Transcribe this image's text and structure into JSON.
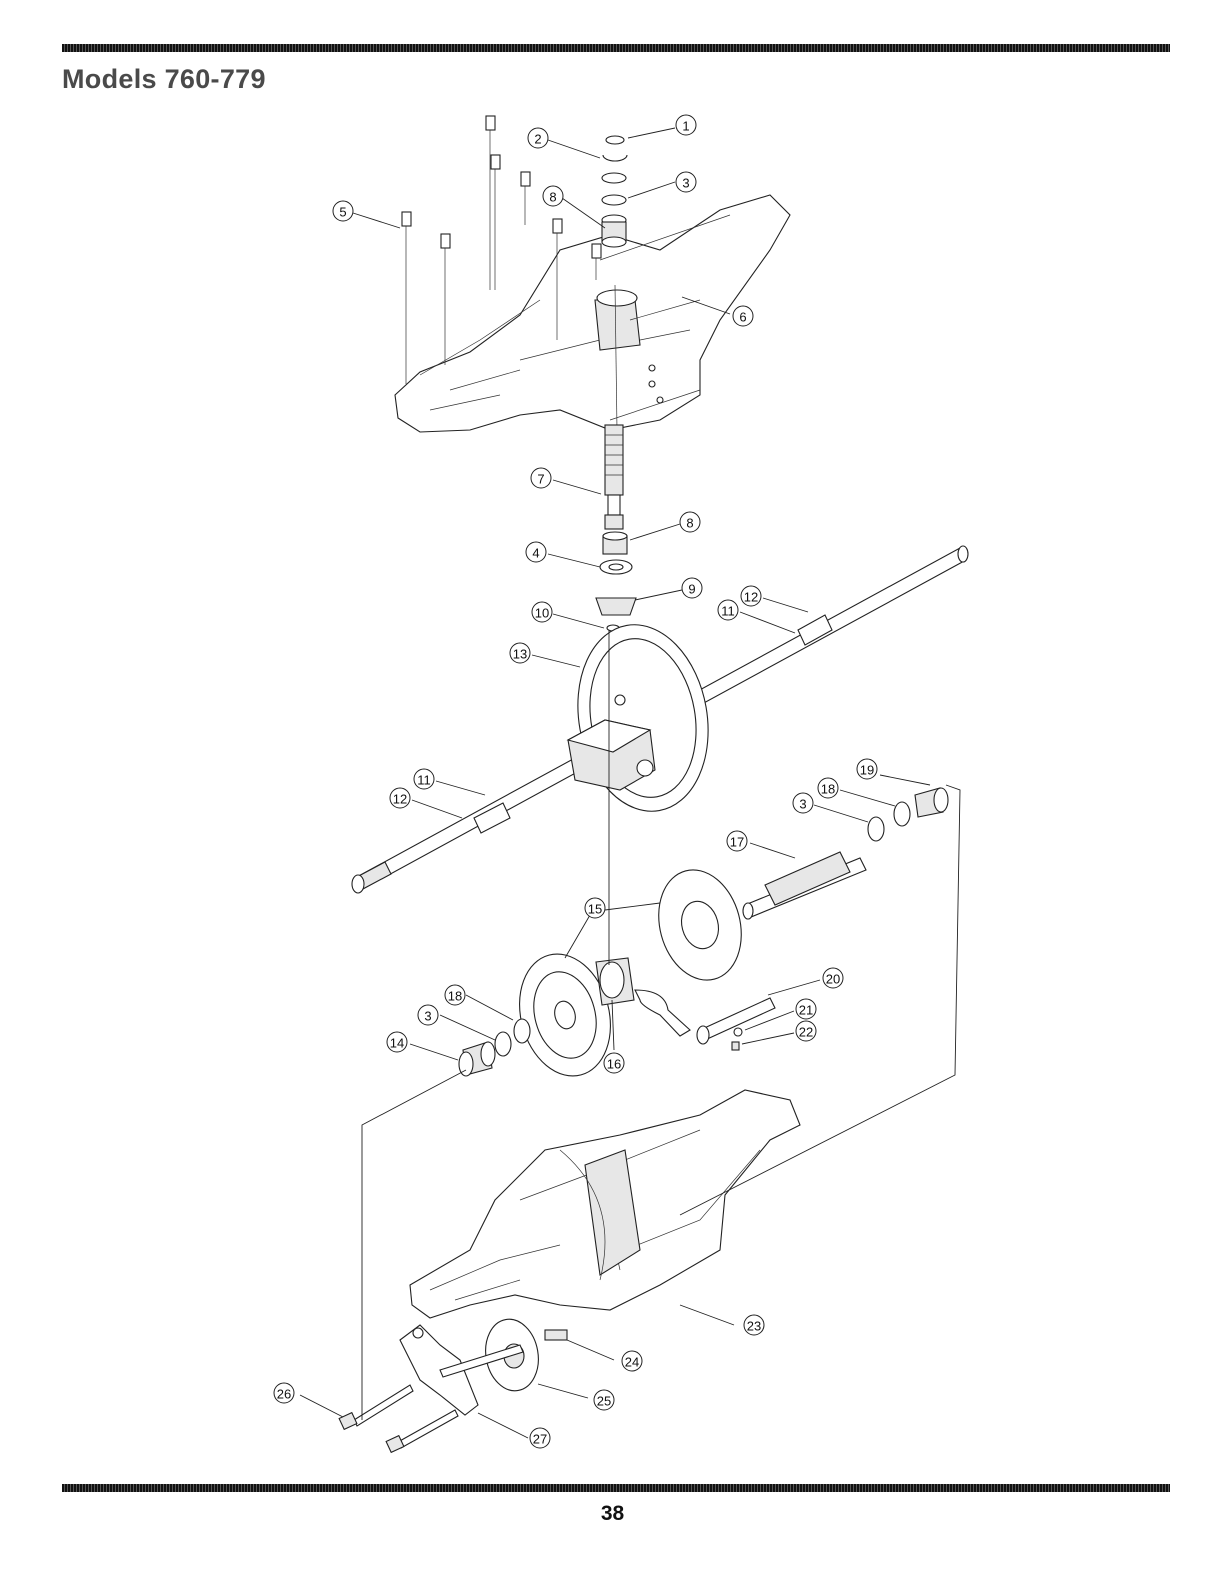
{
  "header": {
    "title": "Models 760-779"
  },
  "footer": {
    "page_number": "38"
  },
  "callouts": [
    {
      "n": "1",
      "name": "callout-1"
    },
    {
      "n": "2",
      "name": "callout-2"
    },
    {
      "n": "3",
      "name": "callout-3-top"
    },
    {
      "n": "8",
      "name": "callout-8-top"
    },
    {
      "n": "5",
      "name": "callout-5"
    },
    {
      "n": "6",
      "name": "callout-6"
    },
    {
      "n": "7",
      "name": "callout-7"
    },
    {
      "n": "8",
      "name": "callout-8-mid"
    },
    {
      "n": "4",
      "name": "callout-4"
    },
    {
      "n": "9",
      "name": "callout-9"
    },
    {
      "n": "10",
      "name": "callout-10"
    },
    {
      "n": "12",
      "name": "callout-12-right"
    },
    {
      "n": "11",
      "name": "callout-11-right"
    },
    {
      "n": "13",
      "name": "callout-13"
    },
    {
      "n": "11",
      "name": "callout-11-left"
    },
    {
      "n": "12",
      "name": "callout-12-left"
    },
    {
      "n": "19",
      "name": "callout-19"
    },
    {
      "n": "18",
      "name": "callout-18-right"
    },
    {
      "n": "3",
      "name": "callout-3-right"
    },
    {
      "n": "17",
      "name": "callout-17"
    },
    {
      "n": "15",
      "name": "callout-15"
    },
    {
      "n": "20",
      "name": "callout-20"
    },
    {
      "n": "21",
      "name": "callout-21"
    },
    {
      "n": "22",
      "name": "callout-22"
    },
    {
      "n": "18",
      "name": "callout-18-left"
    },
    {
      "n": "3",
      "name": "callout-3-left"
    },
    {
      "n": "14",
      "name": "callout-14"
    },
    {
      "n": "16",
      "name": "callout-16"
    },
    {
      "n": "23",
      "name": "callout-23"
    },
    {
      "n": "24",
      "name": "callout-24"
    },
    {
      "n": "26",
      "name": "callout-26"
    },
    {
      "n": "25",
      "name": "callout-25"
    },
    {
      "n": "27",
      "name": "callout-27"
    }
  ]
}
